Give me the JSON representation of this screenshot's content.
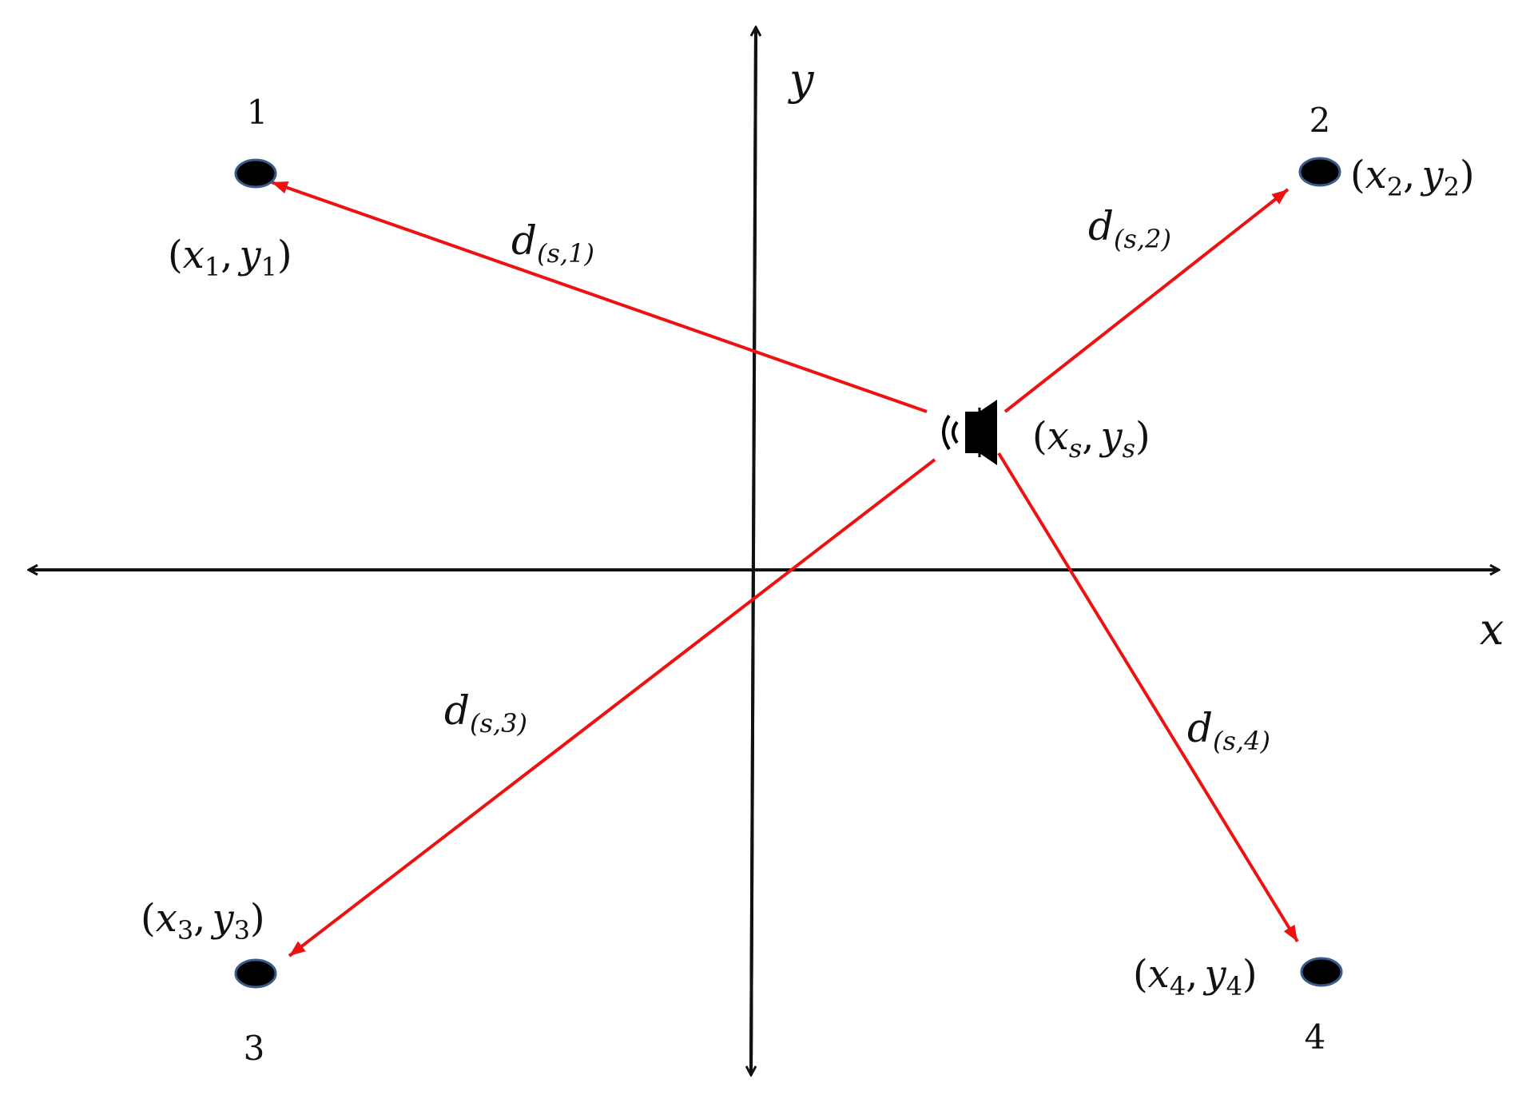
{
  "axes": {
    "x_label": "x",
    "y_label": "y"
  },
  "colors": {
    "axis": "#111111",
    "arrow": "#ee1111",
    "node_fill": "#000000",
    "node_outline": "#3a5a8c"
  },
  "source": {
    "icon": "speaker-icon",
    "coord": {
      "open": "(",
      "var_x": "x",
      "sub_x": "s",
      "sep": ",",
      "var_y": "y",
      "sub_y": "s",
      "close": ")"
    }
  },
  "nodes": [
    {
      "number": "1",
      "coord": {
        "open": "(",
        "var_x": "x",
        "sub_x": "1",
        "sep": ",",
        "var_y": "y",
        "sub_y": "1",
        "close": ")"
      }
    },
    {
      "number": "2",
      "coord": {
        "open": "(",
        "var_x": "x",
        "sub_x": "2",
        "sep": ",",
        "var_y": "y",
        "sub_y": "2",
        "close": ")"
      }
    },
    {
      "number": "3",
      "coord": {
        "open": "(",
        "var_x": "x",
        "sub_x": "3",
        "sep": ",",
        "var_y": "y",
        "sub_y": "3",
        "close": ")"
      }
    },
    {
      "number": "4",
      "coord": {
        "open": "(",
        "var_x": "x",
        "sub_x": "4",
        "sep": ",",
        "var_y": "y",
        "sub_y": "4",
        "close": ")"
      }
    }
  ],
  "distances": [
    {
      "symbol": "d",
      "subscript": "(s,1)"
    },
    {
      "symbol": "d",
      "subscript": "(s,2)"
    },
    {
      "symbol": "d",
      "subscript": "(s,3)"
    },
    {
      "symbol": "d",
      "subscript": "(s,4)"
    }
  ]
}
